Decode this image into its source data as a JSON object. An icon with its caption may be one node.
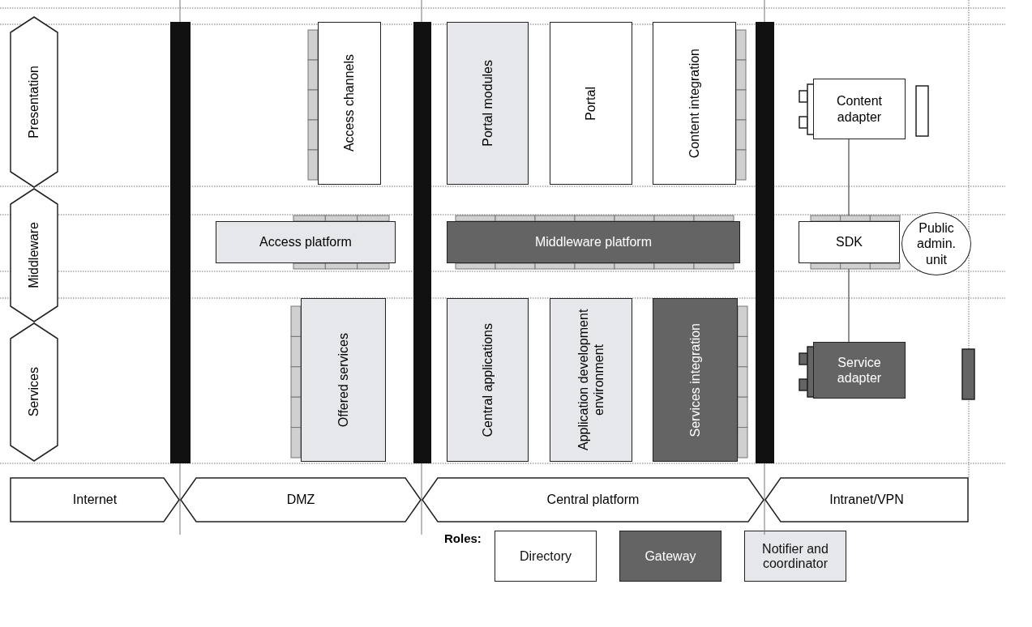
{
  "diagram": {
    "nodes": [
      {
        "text": [
          "Presentation"
        ]
      },
      {
        "text": [
          "Middleware"
        ]
      },
      {
        "text": [
          "Services"
        ]
      },
      {
        "text": [
          "Access channels"
        ]
      },
      {
        "text": [
          "Portal modules"
        ]
      },
      {
        "text": [
          "Portal"
        ]
      },
      {
        "text": [
          "Content integration"
        ]
      },
      {
        "text": [
          "Content adapter"
        ]
      },
      {
        "text": [
          "Access platform"
        ]
      },
      {
        "text": [
          "Middleware platform"
        ]
      },
      {
        "text": [
          "SDK"
        ]
      },
      {
        "text": [
          "Public admin. unit"
        ]
      },
      {
        "text": [
          "Offered services"
        ]
      },
      {
        "text": [
          "Central applications"
        ]
      },
      {
        "text": [
          "Application development environment"
        ]
      },
      {
        "text": [
          "Services integration"
        ]
      },
      {
        "text": [
          "Service adapter"
        ]
      },
      {
        "text": [
          "Internet"
        ]
      },
      {
        "text": [
          "DMZ"
        ]
      },
      {
        "text": [
          "Central platform"
        ]
      },
      {
        "text": [
          "Intranet/VPN"
        ]
      },
      {
        "text": [],
        "shape": "bar"
      },
      {
        "text": [],
        "shape": "bar"
      },
      {
        "text": [],
        "shape": "bar"
      }
    ],
    "edges": [
      {
        "from": 7,
        "to": 10,
        "arrow": "none"
      },
      {
        "from": 10,
        "to": 16,
        "arrow": "none"
      }
    ],
    "labels": [
      "Roles:"
    ],
    "legend": [
      {
        "text": "Directory",
        "color": "#ffffff"
      },
      {
        "text": "Gateway",
        "color": "#646464"
      },
      {
        "text": "Notifier and coordinator",
        "color": "#e6e7eb"
      }
    ]
  }
}
